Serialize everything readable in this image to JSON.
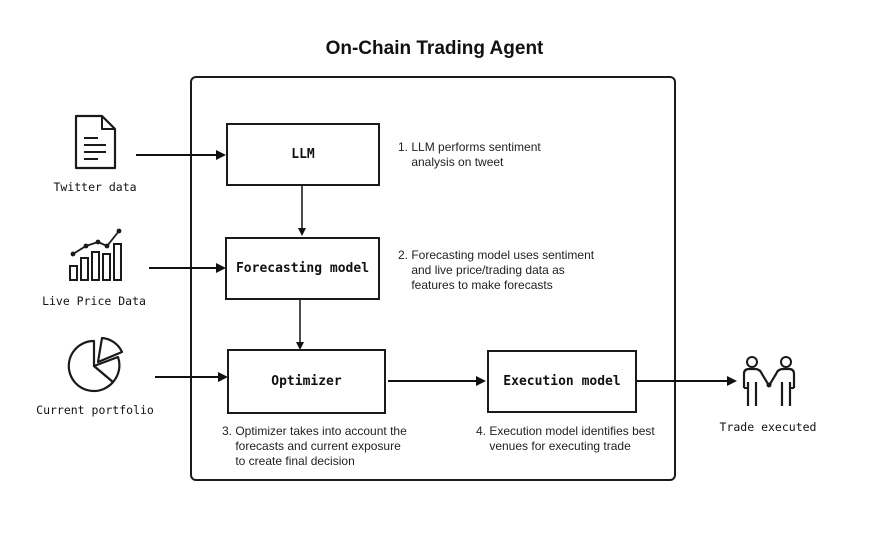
{
  "title": "On-Chain Trading Agent",
  "inputs": {
    "twitter": "Twitter data",
    "price": "Live Price Data",
    "portfolio": "Current portfolio"
  },
  "boxes": {
    "llm": "LLM",
    "forecasting": "Forecasting model",
    "optimizer": "Optimizer",
    "execution": "Execution model"
  },
  "notes": {
    "step1": "1. LLM performs sentiment\n    analysis on tweet",
    "step2": "2. Forecasting model uses sentiment\n    and live price/trading data as\n    features to make forecasts",
    "step3": "3. Optimizer takes into account the\n    forecasts and current exposure\n    to create final decision",
    "step4": "4. Execution model identifies best\n    venues for executing trade"
  },
  "output": {
    "label": "Trade executed"
  },
  "icons": [
    "document-icon",
    "bar-chart-icon",
    "pie-chart-icon",
    "handshake-icon"
  ]
}
